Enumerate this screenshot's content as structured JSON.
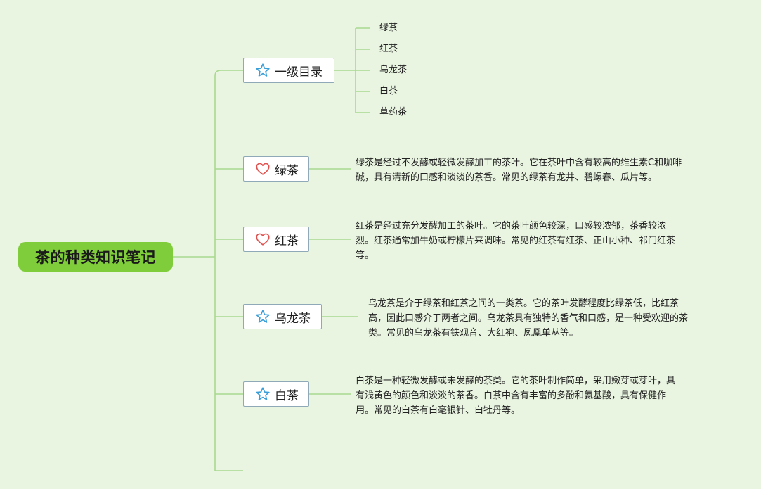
{
  "root": {
    "title": "茶的种类知识笔记"
  },
  "branches": [
    {
      "label": "一级目录",
      "icon": "star-icon",
      "children": [
        "绿茶",
        "红茶",
        "乌龙茶",
        "白茶",
        "草药茶"
      ]
    },
    {
      "label": "绿茶",
      "icon": "heart-icon",
      "desc_lines": [
        "绿茶是经过不发酵或轻微发酵加工的茶叶。它在茶叶中含有较高的维生素C和咖啡",
        "碱，具有清新的口感和淡淡的茶香。常见的绿茶有龙井、碧螺春、瓜片等。"
      ]
    },
    {
      "label": "红茶",
      "icon": "heart-icon",
      "desc_lines": [
        "红茶是经过充分发酵加工的茶叶。它的茶叶颜色较深，口感较浓郁，茶香较浓",
        "烈。红茶通常加牛奶或柠檬片来调味。常见的红茶有红茶、正山小种、祁门红茶",
        "等。"
      ]
    },
    {
      "label": "乌龙茶",
      "icon": "star-icon",
      "desc_lines": [
        "乌龙茶是介于绿茶和红茶之间的一类茶。它的茶叶发酵程度比绿茶低，比红茶",
        "高，因此口感介于两者之间。乌龙茶具有独特的香气和口感，是一种受欢迎的茶",
        "类。常见的乌龙茶有铁观音、大红袍、凤凰单丛等。"
      ]
    },
    {
      "label": "白茶",
      "icon": "star-icon",
      "desc_lines": [
        "白茶是一种轻微发酵或未发酵的茶类。它的茶叶制作简单，采用嫩芽或芽叶，具",
        "有浅黄色的颜色和淡淡的茶香。白茶中含有丰富的多酚和氨基酸，具有保健作",
        "用。常见的白茶有白毫银针、白牡丹等。"
      ]
    }
  ],
  "colors": {
    "background": "#e9f5e1",
    "root": "#7fcd3a",
    "line": "#a9d98f",
    "star": "#3a9ed8",
    "heart": "#e0524f"
  }
}
